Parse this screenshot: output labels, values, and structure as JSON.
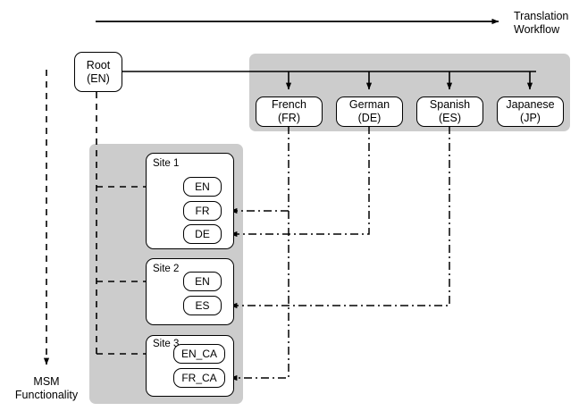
{
  "diagram": {
    "title_label": {
      "line1": "Translation",
      "line2": "Workflow"
    },
    "msm_label": {
      "line1": "MSM",
      "line2": "Functionality"
    },
    "root": {
      "line1": "Root",
      "line2": "(EN)"
    },
    "languages": [
      {
        "name": "French",
        "code": "(FR)"
      },
      {
        "name": "German",
        "code": "(DE)"
      },
      {
        "name": "Spanish",
        "code": "(ES)"
      },
      {
        "name": "Japanese",
        "code": "(JP)"
      }
    ],
    "sites": [
      {
        "title": "Site 1",
        "locales": [
          "EN",
          "FR",
          "DE"
        ]
      },
      {
        "title": "Site 2",
        "locales": [
          "EN",
          "ES"
        ]
      },
      {
        "title": "Site 3",
        "locales": [
          "EN_CA",
          "FR_CA"
        ]
      }
    ],
    "colors": {
      "panel_gray": "#cccccc",
      "stroke": "#000000",
      "node_fill": "#ffffff",
      "background": "#ffffff"
    }
  }
}
